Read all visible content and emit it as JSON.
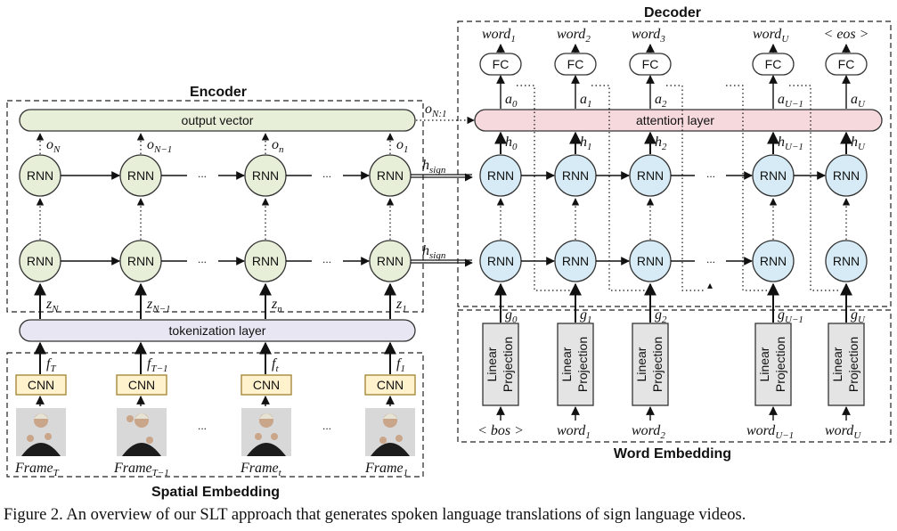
{
  "headings": {
    "encoder": "Encoder",
    "decoder": "Decoder",
    "spatial": "Spatial Embedding",
    "word": "Word Embedding"
  },
  "encoder": {
    "output_vector": "output vector",
    "tokenization": "tokenization layer",
    "rnn": "RNN",
    "cnn": "CNN",
    "outputs": [
      "o_N",
      "o_{N-1}",
      "o_n",
      "o_1"
    ],
    "z_labels": [
      "z_N",
      "z_{N-1}",
      "z_n",
      "z_1"
    ],
    "f_labels": [
      "f_T",
      "f_{T-1}",
      "f_t",
      "f_1"
    ],
    "frames": [
      "Frame_T",
      "Frame_{T-1}",
      "Frame_t",
      "Frame_1"
    ],
    "ellipsis": "..."
  },
  "decoder": {
    "attention": "attention layer",
    "rnn": "RNN",
    "fc": "FC",
    "projection_line1": "Linear",
    "projection_line2": "Projection",
    "o_link": "o_{N:1}",
    "h_sign": "h_sign",
    "words_out": [
      "word_1",
      "word_2",
      "word_3",
      "word_U",
      "< eos >"
    ],
    "a_labels": [
      "a_0",
      "a_1",
      "a_2",
      "a_{U-1}",
      "a_U"
    ],
    "h_labels": [
      "h_0",
      "h_1",
      "h_2",
      "h_{U-1}",
      "h_U"
    ],
    "g_labels": [
      "g_0",
      "g_1",
      "g_2",
      "g_{U-1}",
      "g_U"
    ],
    "words_in": [
      "< bos >",
      "word_1",
      "word_2",
      "word_{U-1}",
      "word_U"
    ],
    "ellipsis": "..."
  },
  "caption": "Figure 2. An overview of our SLT approach that generates spoken language translations of sign language videos."
}
